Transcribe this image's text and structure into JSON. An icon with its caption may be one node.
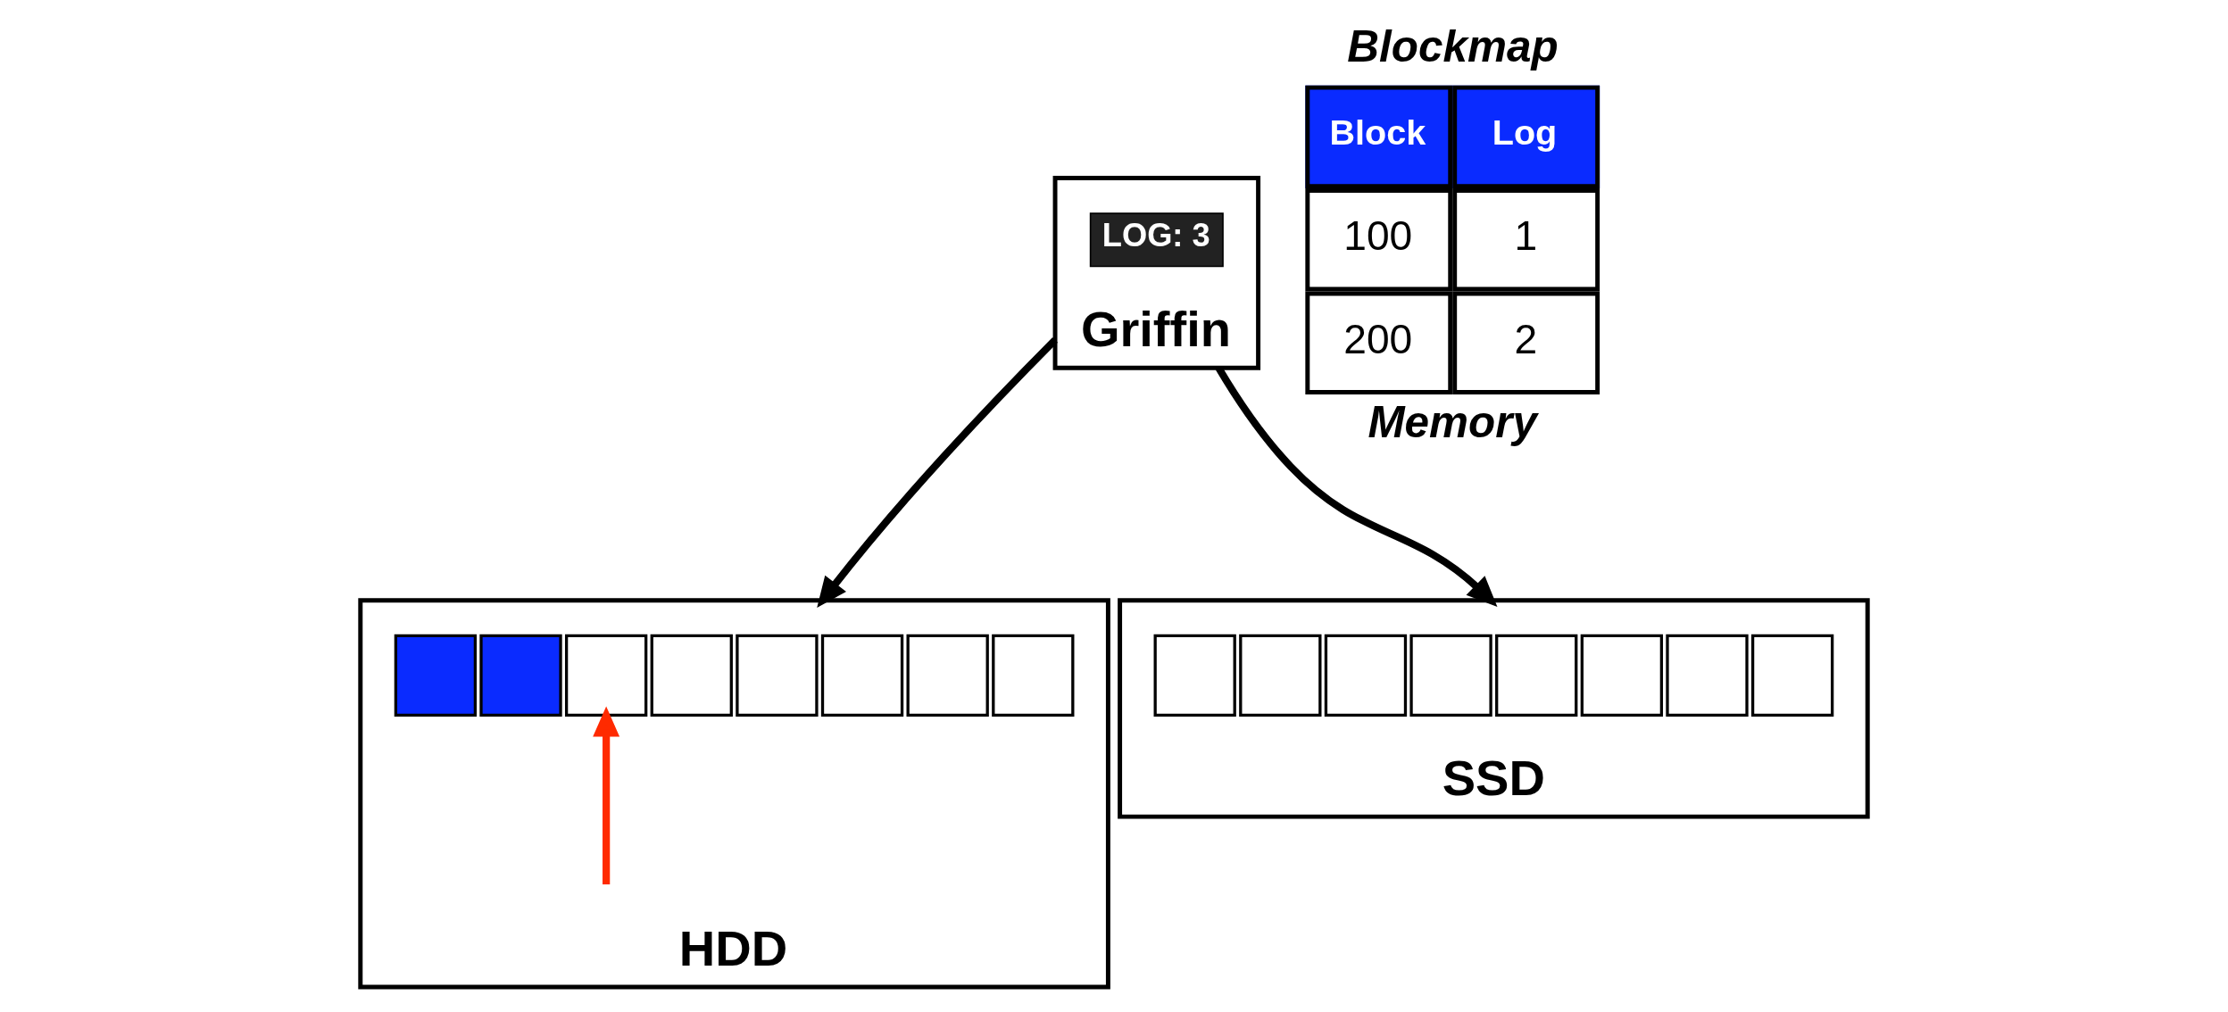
{
  "diagram": {
    "nodes": [
      {
        "text": [
          "Griffin"
        ]
      },
      {
        "text": [
          "LOG: 3"
        ],
        "in": 0
      },
      {
        "text": [
          "HDD"
        ]
      },
      {
        "text": [],
        "shape": "box",
        "in": 2
      },
      {
        "text": [],
        "shape": "box",
        "in": 2
      },
      {
        "text": [],
        "shape": "box",
        "in": 2
      },
      {
        "text": [],
        "shape": "box",
        "in": 2
      },
      {
        "text": [],
        "shape": "box",
        "in": 2
      },
      {
        "text": [],
        "shape": "box",
        "in": 2
      },
      {
        "text": [],
        "shape": "box",
        "in": 2
      },
      {
        "text": [],
        "shape": "box",
        "in": 2
      },
      {
        "text": [
          "SSD"
        ]
      },
      {
        "text": [],
        "shape": "box",
        "in": 11
      },
      {
        "text": [],
        "shape": "box",
        "in": 11
      },
      {
        "text": [],
        "shape": "box",
        "in": 11
      },
      {
        "text": [],
        "shape": "box",
        "in": 11
      },
      {
        "text": [],
        "shape": "box",
        "in": 11
      },
      {
        "text": [],
        "shape": "box",
        "in": 11
      },
      {
        "text": [],
        "shape": "box",
        "in": 11
      },
      {
        "text": [],
        "shape": "box",
        "in": 11
      }
    ],
    "edges": [
      {
        "from": 0,
        "to": 2,
        "arrow": "to"
      },
      {
        "from": 0,
        "to": 11,
        "arrow": "to"
      },
      {
        "from": null,
        "to": 5,
        "arrow": "to",
        "color": "#ff2a00"
      }
    ],
    "labels": [
      "Blockmap",
      "Block",
      "Log",
      "100",
      "1",
      "200",
      "2",
      "Memory"
    ]
  }
}
